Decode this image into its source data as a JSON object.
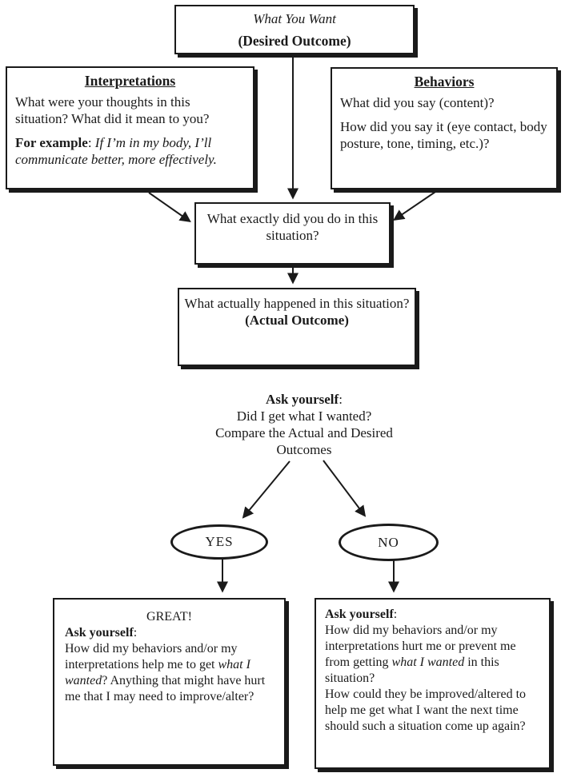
{
  "colors": {
    "ink": "#1a1a1a",
    "paper": "#ffffff"
  },
  "top_box": {
    "title_italic": "What You Want",
    "subtitle_bold": "(Desired Outcome)"
  },
  "interpretations_box": {
    "heading": "Interpretations",
    "body": "What were your thoughts in this situation? What did it mean to you?",
    "example_label": "For example",
    "example_sep": ": ",
    "example_italic": "If I’m in my body, I’ll communicate better, more effectively."
  },
  "behaviors_box": {
    "heading": "Behaviors",
    "q1": "What did you say (content)?",
    "q2": "How did you say it (eye contact, body posture, tone, timing, etc.)?"
  },
  "action_box": {
    "text": "What exactly did you do in this situation?"
  },
  "actual_outcome_box": {
    "line1": "What actually happened in this situation?",
    "line2": "(Actual Outcome)"
  },
  "ask_block": {
    "label": "Ask yourself",
    "colon": ":",
    "line1": "Did I get what I wanted?",
    "line2": "Compare the Actual and Desired Outcomes"
  },
  "yes_node": {
    "label": "YES"
  },
  "no_node": {
    "label": "NO"
  },
  "yes_box": {
    "title": "GREAT!",
    "ask_label": "Ask yourself",
    "colon": ":",
    "body_pre": "How did my behaviors and/or my interpretations help me to get ",
    "body_italic": "what I wanted",
    "body_post": "? Anything that might have hurt me that I may need to improve/alter?"
  },
  "no_box": {
    "ask_label": "Ask yourself",
    "colon": ":",
    "q1_pre": "How did my behaviors and/or my interpretations hurt me or prevent me from getting ",
    "q1_italic": "what I wanted",
    "q1_post": " in this situation?",
    "q2": "How could they be improved/altered to help me get what I want the next time should such a situation come up again?"
  }
}
